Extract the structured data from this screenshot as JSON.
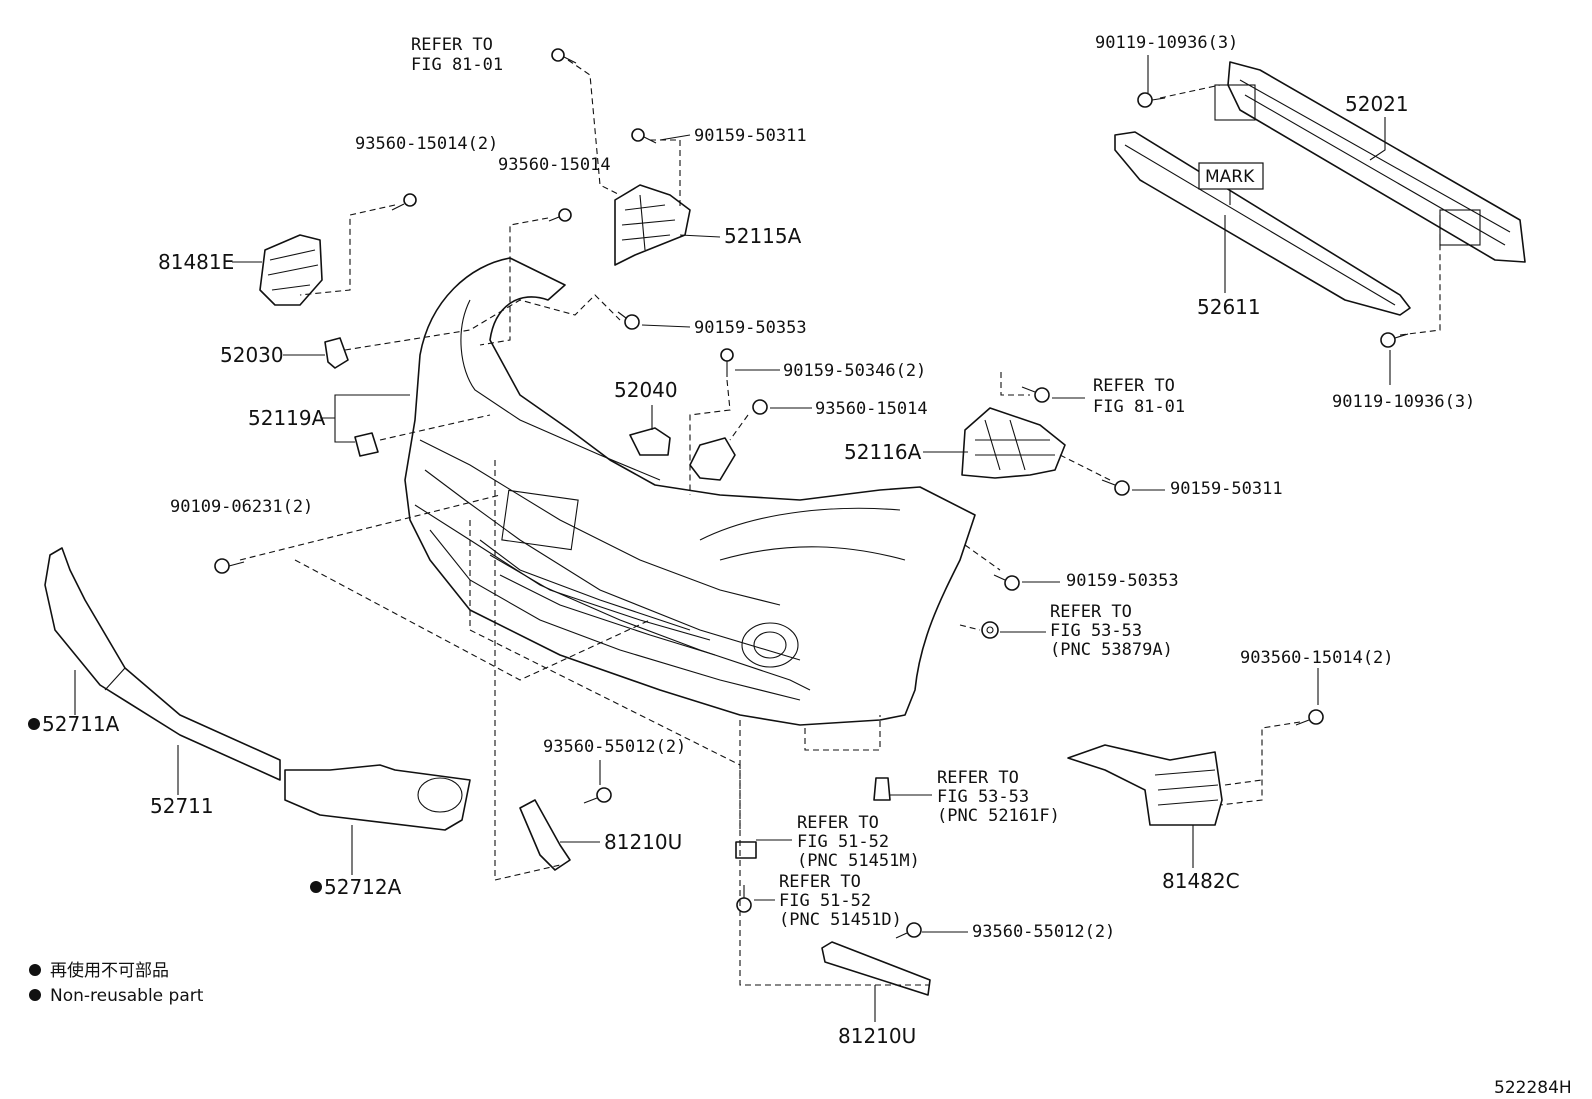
{
  "labels": {
    "refer_81_01_top": [
      "REFER TO",
      "FIG 81-01"
    ],
    "p90159_50311_top": "90159-50311",
    "p93560_15014_2": "93560-15014(2)",
    "p93560_15014_a": "93560-15014",
    "p81481e": "81481E",
    "p52115a": "52115A",
    "p90159_50353_top": "90159-50353",
    "p52030": "52030",
    "p90159_50346_2": "90159-50346(2)",
    "p52040": "52040",
    "p93560_15014_b": "93560-15014",
    "p52119a": "52119A",
    "p90109_06231_2": "90109-06231(2)",
    "p90119_10936_3_top": "90119-10936(3)",
    "p52021": "52021",
    "mark": "MARK",
    "p52611": "52611",
    "p90119_10936_3_bot": "90119-10936(3)",
    "refer_81_01_right": [
      "REFER TO",
      "FIG 81-01"
    ],
    "p52116a": "52116A",
    "p90159_50311_right": "90159-50311",
    "p90159_50353_right": "90159-50353",
    "refer_53_53_a": [
      "REFER TO",
      "FIG 53-53",
      "(PNC 53879A)"
    ],
    "p903560_15014_2": "903560-15014(2)",
    "p52711a": "52711A",
    "p52711": "52711",
    "p52712a": "52712A",
    "p93560_55012_2_left": "93560-55012(2)",
    "p81210u_mid": "81210U",
    "refer_53_53_b": [
      "REFER TO",
      "FIG 53-53",
      "(PNC 52161F)"
    ],
    "refer_51_52_a": [
      "REFER TO",
      "FIG 51-52",
      "(PNC 51451M)"
    ],
    "refer_51_52_b": [
      "REFER TO",
      "FIG 51-52",
      "(PNC 51451D)"
    ],
    "p93560_55012_2_right": "93560-55012(2)",
    "p81210u_bot": "81210U",
    "p81482c": "81482C"
  },
  "legend": {
    "japanese": "再使用不可部品",
    "english": "Non-reusable part"
  },
  "figure_id": "522284H"
}
